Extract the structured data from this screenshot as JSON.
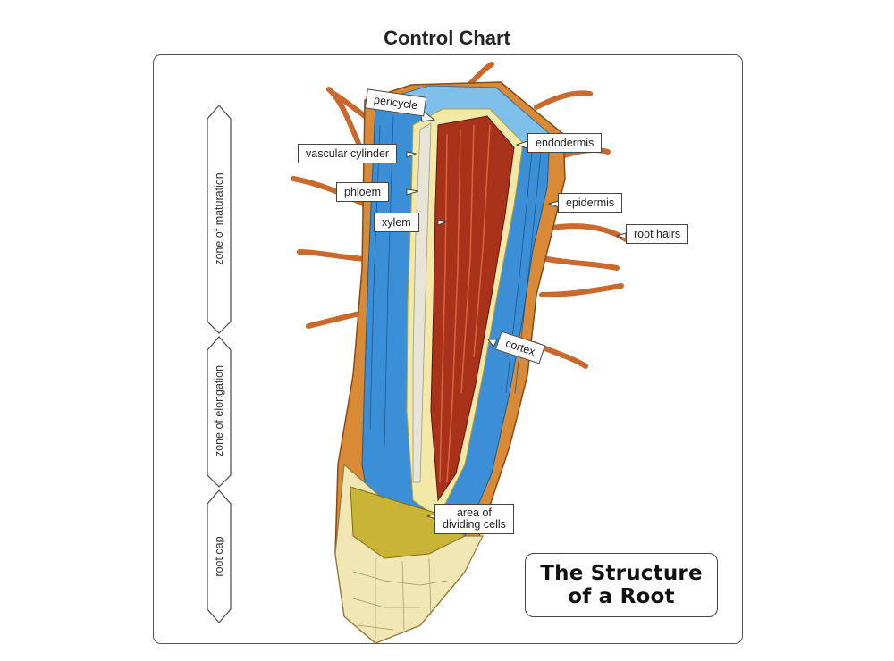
{
  "header": {
    "title": "Control Chart"
  },
  "zones": [
    {
      "label": "zone of maturation"
    },
    {
      "label": "zone of elongation"
    },
    {
      "label": "root cap"
    }
  ],
  "labels": {
    "pericycle": "pericycle",
    "vascular_cylinder": "vascular cylinder",
    "phloem": "phloem",
    "xylem": "xylem",
    "endodermis": "endodermis",
    "epidermis": "epidermis",
    "root_hairs": "root hairs",
    "cortex": "cortex",
    "dividing_line1": "area of",
    "dividing_line2": "dividing cells"
  },
  "badge": {
    "line1": "The Structure",
    "line2": "of a Root"
  },
  "colors": {
    "cortex_blue": "#3b8fd6",
    "xylem_red": "#a8321a",
    "hair_orange": "#d07a3a",
    "cap_cream": "#f1e6b4",
    "dividing_olive": "#c9b437"
  }
}
